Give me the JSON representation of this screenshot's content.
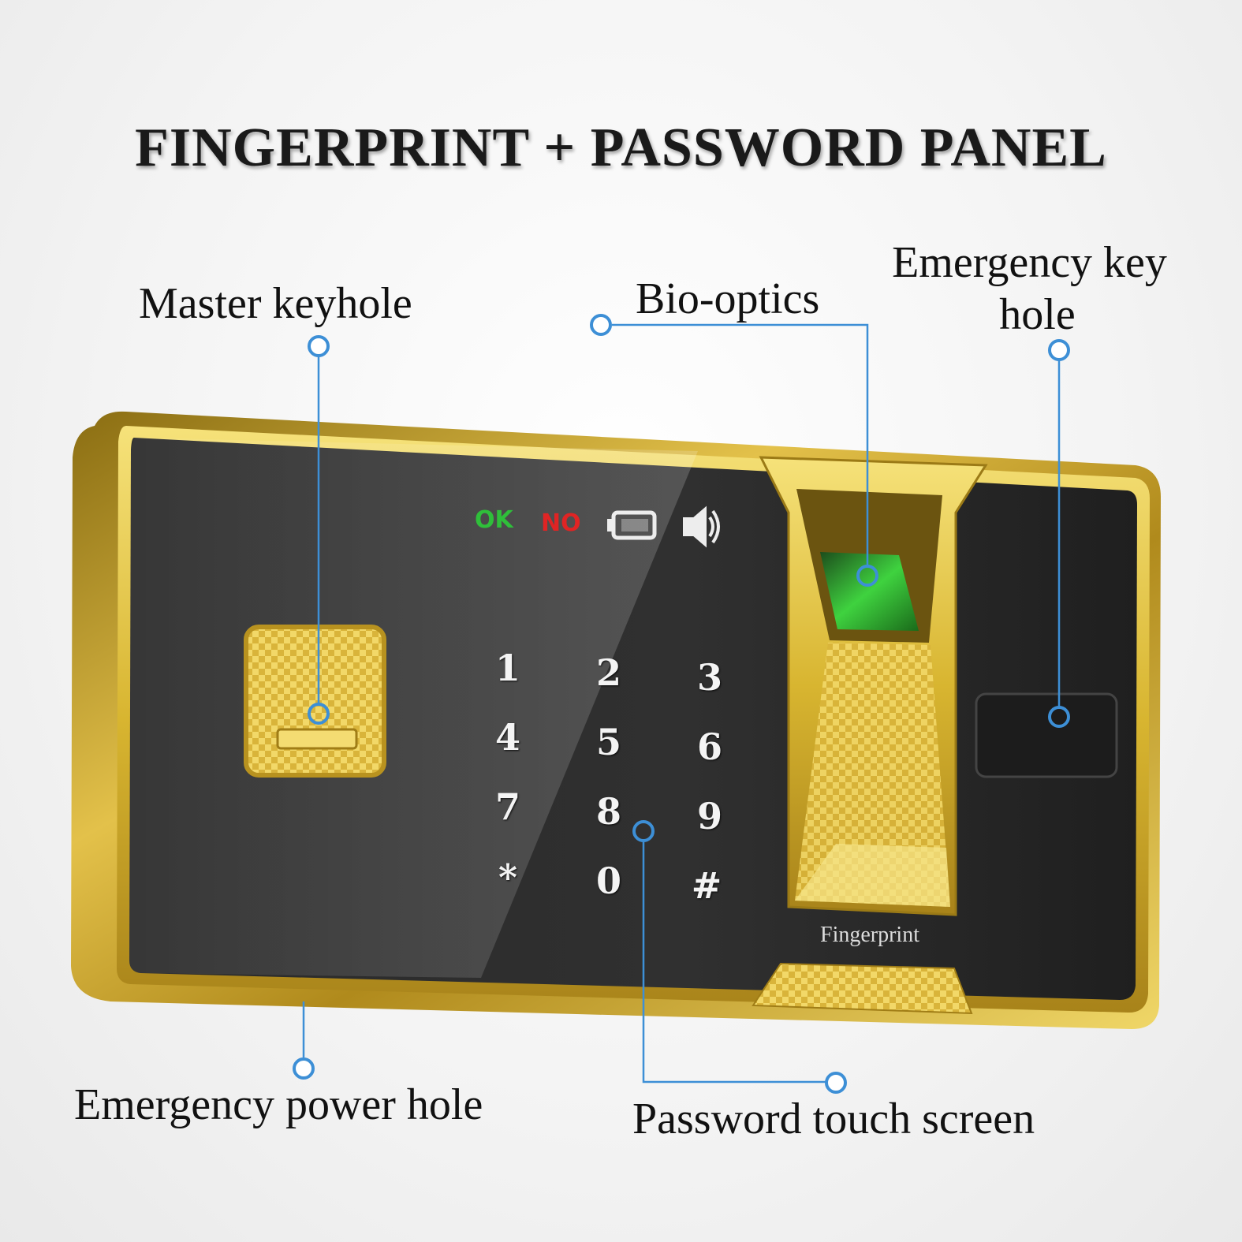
{
  "title": "FINGERPRINT + PASSWORD PANEL",
  "callouts": {
    "master_keyhole": "Master keyhole",
    "bio_optics": "Bio-optics",
    "emergency_key_hole_line1": "Emergency key",
    "emergency_key_hole_line2": "hole",
    "emergency_power_hole": "Emergency power hole",
    "password_touch_screen": "Password touch screen"
  },
  "status_bar": {
    "ok": "OK",
    "no": "NO",
    "battery_icon": "battery-icon",
    "speaker_icon": "speaker-icon"
  },
  "keypad": [
    "1",
    "2",
    "3",
    "4",
    "5",
    "6",
    "7",
    "8",
    "9",
    "*",
    "0",
    "#"
  ],
  "fingerprint_label": "Fingerprint",
  "colors": {
    "callout_line": "#3d8fd6",
    "gold": "#c9a227",
    "panel": "#262626",
    "ok": "#2fbf3a",
    "no": "#e02424"
  }
}
